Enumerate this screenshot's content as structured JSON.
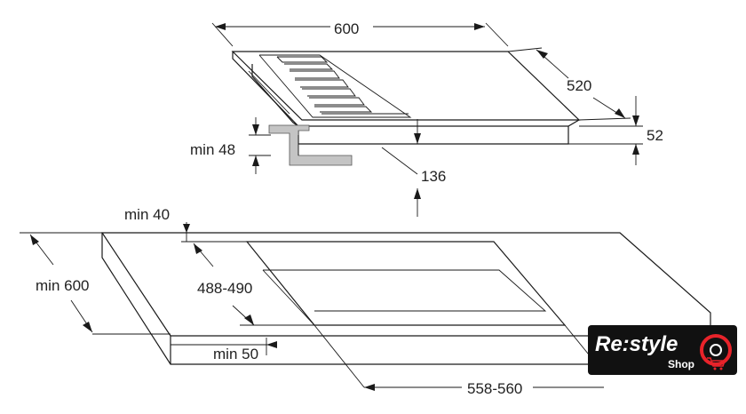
{
  "dimensions": {
    "hob_width": "600",
    "hob_depth": "520",
    "hob_height": "52",
    "min_clearance_below": "min 48",
    "depth_below_cutout": "136",
    "min_front_edge": "min 40",
    "worktop_min_depth": "min 600",
    "cutout_depth": "488-490",
    "min_rear_edge": "min 50",
    "cutout_width": "558-560"
  },
  "logo": {
    "brand": "Re:style",
    "sub": "Shop",
    "background": "#111111",
    "accent": "#e8232a"
  }
}
